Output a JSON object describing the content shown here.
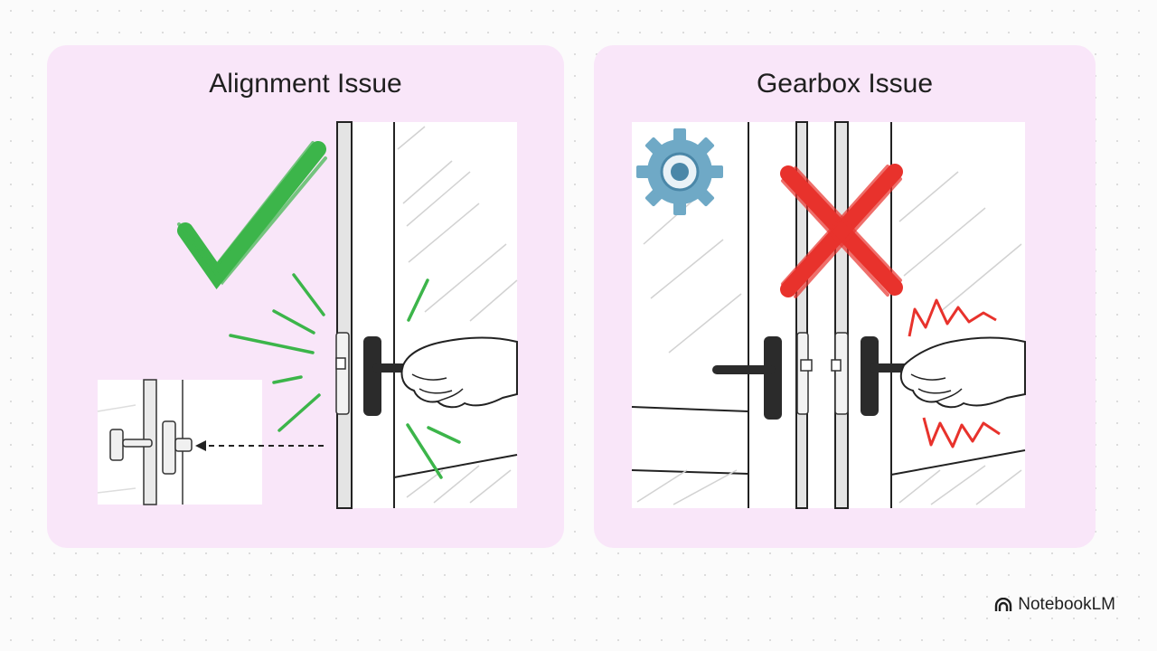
{
  "panels": {
    "left": {
      "title": "Alignment Issue",
      "icons": [
        "checkmark-icon",
        "door-illustration",
        "latch-inset"
      ]
    },
    "right": {
      "title": "Gearbox Issue",
      "icons": [
        "gear-icon",
        "cross-icon",
        "door-illustration"
      ]
    }
  },
  "brand": {
    "name": "NotebookLM",
    "icon": "notebooklm-logo-icon"
  },
  "colors": {
    "panel_bg": "#f9e6f9",
    "check_green": "#3cb54a",
    "cross_red": "#e8322c",
    "gear_blue": "#6fa9c6"
  }
}
